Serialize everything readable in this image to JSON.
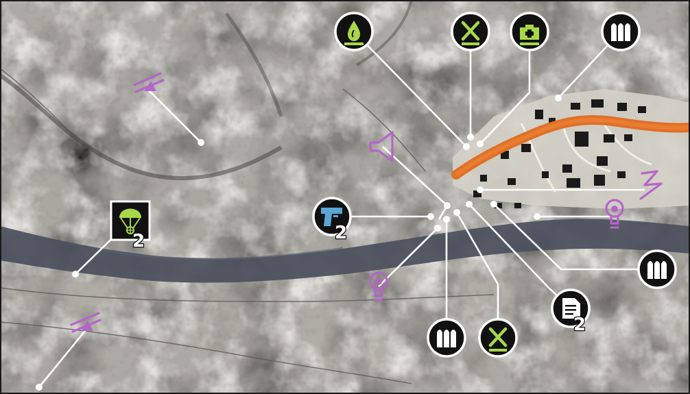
{
  "map": {
    "colors": {
      "river": "#4b4f5c",
      "road": "#e07028",
      "loot_green": "#a8d84a",
      "intel_blue": "#5aa7d6",
      "poi_purple": "#b565c8",
      "badge_dark": "#111111"
    },
    "markers": {
      "parachute_drop": {
        "icon": "parachute-icon",
        "count": "2"
      },
      "handgun": {
        "icon": "handgun-icon",
        "count": "2"
      },
      "document": {
        "icon": "document-icon",
        "count": "2"
      },
      "fuel": {
        "icon": "fuel-icon"
      },
      "weapon_parts_north": {
        "icon": "crossed-tools-icon"
      },
      "medkit": {
        "icon": "medkit-icon"
      },
      "ammo_north": {
        "icon": "ammo-icon"
      },
      "ammo_east": {
        "icon": "ammo-icon"
      },
      "ammo_south": {
        "icon": "ammo-icon"
      },
      "weapon_parts_south": {
        "icon": "crossed-tools-icon"
      },
      "zipline_north": {
        "icon": "zipline-icon"
      },
      "zipline_south": {
        "icon": "zipline-icon"
      },
      "speaker": {
        "icon": "speaker-icon"
      },
      "power": {
        "icon": "lightning-icon"
      },
      "lamp_east": {
        "icon": "lightbulb-icon"
      },
      "lamp_south": {
        "icon": "lightbulb-icon"
      }
    }
  }
}
